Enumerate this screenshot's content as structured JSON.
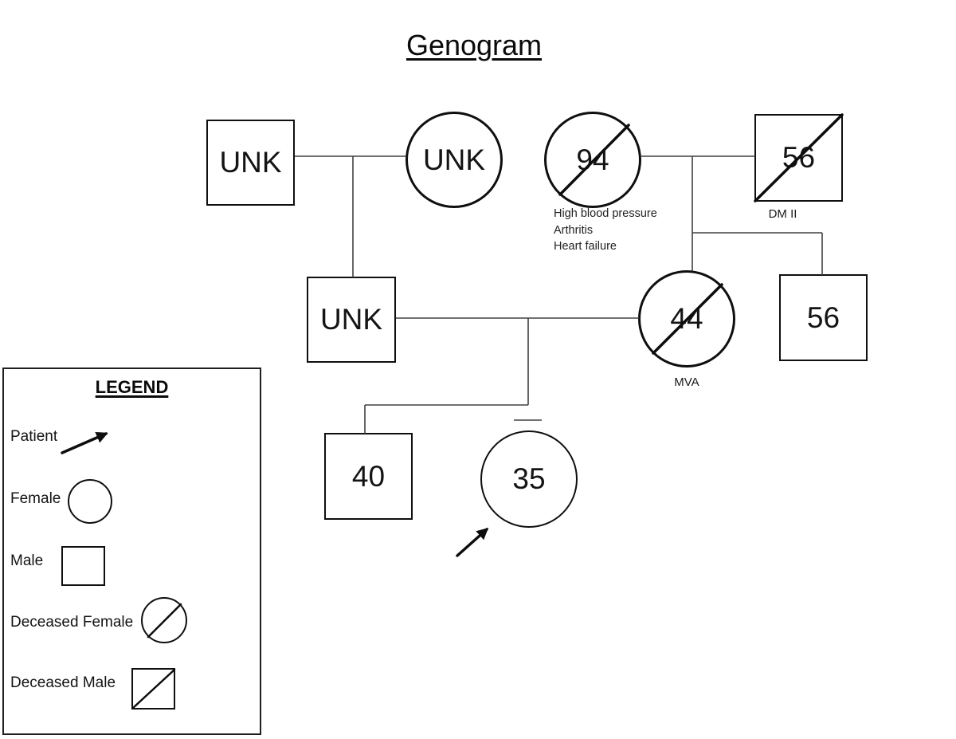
{
  "title": "Genogram",
  "persons": {
    "grandfather_left": {
      "label": "UNK",
      "sex": "male",
      "deceased": false
    },
    "grandmother_left": {
      "label": "UNK",
      "sex": "female",
      "deceased": false
    },
    "grandmother_right": {
      "label": "94",
      "sex": "female",
      "deceased": true,
      "notes": [
        "High blood pressure",
        "Arthritis",
        "Heart failure"
      ]
    },
    "grandfather_right": {
      "label": "56",
      "sex": "male",
      "deceased": true,
      "note": "DM II"
    },
    "father": {
      "label": "UNK",
      "sex": "male",
      "deceased": false
    },
    "mother": {
      "label": "44",
      "sex": "female",
      "deceased": true,
      "note": "MVA"
    },
    "uncle": {
      "label": "56",
      "sex": "male",
      "deceased": false
    },
    "brother": {
      "label": "40",
      "sex": "male",
      "deceased": false
    },
    "patient": {
      "label": "35",
      "sex": "female",
      "deceased": false
    }
  },
  "legend": {
    "title": "LEGEND",
    "items": [
      {
        "label": "Patient",
        "symbol": "arrow-icon"
      },
      {
        "label": "Female",
        "symbol": "circle-icon"
      },
      {
        "label": "Male",
        "symbol": "square-icon"
      },
      {
        "label": "Deceased Female",
        "symbol": "circle-slash-icon"
      },
      {
        "label": "Deceased Male",
        "symbol": "square-slash-icon"
      }
    ]
  },
  "colors": {
    "ink": "#0d0d0d",
    "connector": "#404040",
    "background": "#ffffff"
  }
}
